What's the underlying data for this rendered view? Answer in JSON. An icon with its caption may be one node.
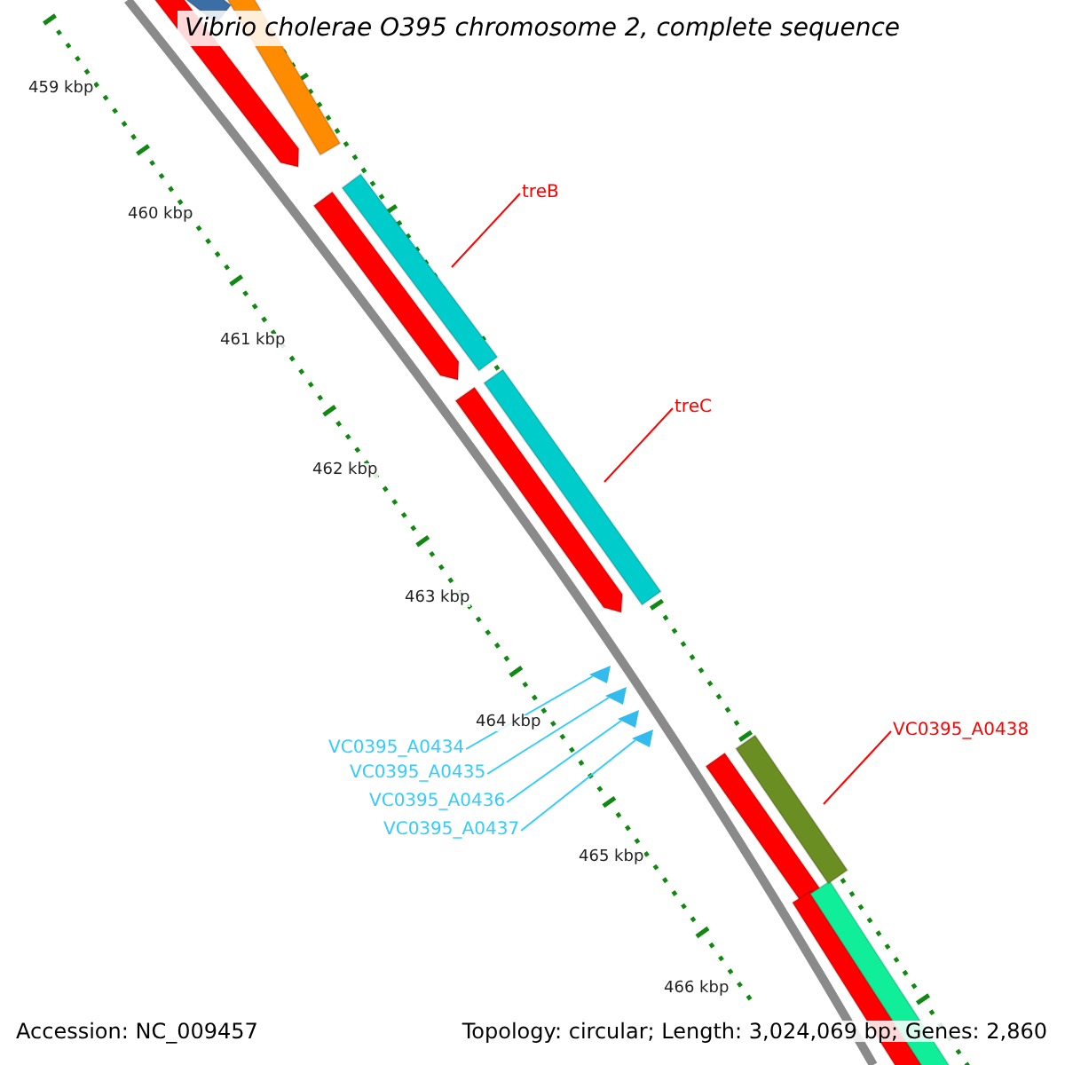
{
  "diagram": {
    "title": "Vibrio cholerae O395 chromosome 2, complete sequence",
    "nodes": [
      {
        "text": [
          "treB"
        ]
      },
      {
        "text": [],
        "shape": "bar"
      },
      {
        "text": [
          "treC"
        ]
      },
      {
        "text": [],
        "shape": "bar"
      },
      {
        "text": [
          "VC0395_A0434"
        ]
      },
      {
        "text": [
          "VC0395_A0435"
        ]
      },
      {
        "text": [
          "VC0395_A0436"
        ]
      },
      {
        "text": [
          "VC0395_A0437"
        ]
      },
      {
        "text": [],
        "shape": "triangle"
      },
      {
        "text": [],
        "shape": "triangle"
      },
      {
        "text": [],
        "shape": "triangle"
      },
      {
        "text": [],
        "shape": "triangle"
      },
      {
        "text": [
          "VC0395_A0438"
        ]
      },
      {
        "text": [],
        "shape": "bar"
      }
    ],
    "edges": [
      {
        "from": 0,
        "to": 1,
        "arrow": "none",
        "color": "#ff0000"
      },
      {
        "from": 2,
        "to": 3,
        "arrow": "none",
        "color": "#ff0000"
      },
      {
        "from": 4,
        "to": 8,
        "arrow": "none"
      },
      {
        "from": 5,
        "to": 9,
        "arrow": "none"
      },
      {
        "from": 6,
        "to": 10,
        "arrow": "none"
      },
      {
        "from": 7,
        "to": 11,
        "arrow": "none"
      },
      {
        "from": 12,
        "to": 13,
        "arrow": "none",
        "color": "#ff0000"
      }
    ],
    "labels": [
      "459 kbp",
      "460 kbp",
      "461 kbp",
      "462 kbp",
      "463 kbp",
      "464 kbp",
      "465 kbp",
      "466 kbp",
      "Accession: NC_009457",
      "Topology: circular; Length: 3,024,069 bp; Genes: 2,860"
    ]
  }
}
